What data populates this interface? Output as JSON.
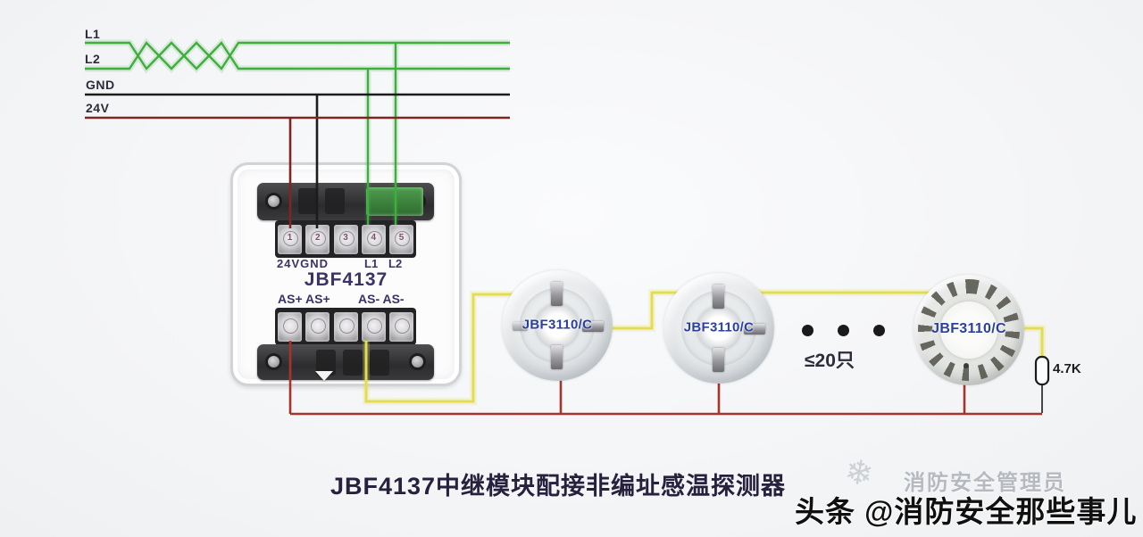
{
  "colors": {
    "wire_green": "#3fae3f",
    "wire_gnd": "#1c1c1c",
    "wire_24v": "#7e2722",
    "wire_yellow": "#e3dd55",
    "wire_red_bus": "#a4342c",
    "wire_resistor_lead": "#474747",
    "label_text": "#2c2c3a",
    "module_text": "#3b3366",
    "detector_text": "#2a3fa0",
    "caption_text": "#27213d",
    "watermark_light": "#b6bac0",
    "watermark_dark": "#101010"
  },
  "bus_labels": {
    "l1": "L1",
    "l2": "L2",
    "gnd": "GND",
    "v24": "24V"
  },
  "module": {
    "title": "JBF4137",
    "top_terminal_labels": {
      "left": "24VGND",
      "l1": "L1",
      "l2": "L2"
    },
    "terminal_numbers": [
      "1",
      "2",
      "3",
      "4",
      "5"
    ],
    "bottom_terminal_labels": {
      "as_plus": "AS+ AS+",
      "as_minus": "AS- AS-"
    }
  },
  "detectors": [
    {
      "label": "JBF3110/C"
    },
    {
      "label": "JBF3110/C"
    },
    {
      "label": "JBF3110/C"
    }
  ],
  "quantity_note": "≤20只",
  "resistor_label": "4.7K",
  "caption": "JBF4137中继模块配接非编址感温探测器",
  "watermark": {
    "line1": "消防安全管理员",
    "line2": "头条 @消防安全那些事儿"
  }
}
